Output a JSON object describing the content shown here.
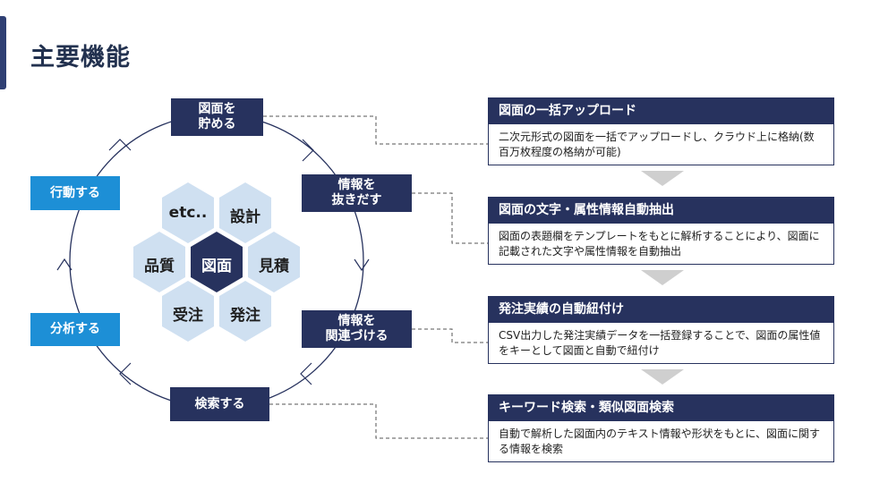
{
  "title": "主要機能",
  "cycle": {
    "store": "図面を\n貯める",
    "extract": "情報を\n抜きだす",
    "link": "情報を\n関連づける",
    "search": "検索する",
    "analyze": "分析する",
    "act": "行動する"
  },
  "hexes": {
    "center": "図面",
    "etc": "etc..",
    "design": "設計",
    "estimate": "見積",
    "order": "発注",
    "receive": "受注",
    "quality": "品質"
  },
  "features": [
    {
      "title": "図面の一括アップロード",
      "desc": "二次元形式の図面を一括でアップロードし、クラウド上に格納(数百万枚程度の格納が可能)"
    },
    {
      "title": "図面の文字・属性情報自動抽出",
      "desc": "図面の表題欄をテンプレートをもとに解析することにより、図面に記載された文字や属性情報を自動抽出"
    },
    {
      "title": "発注実績の自動紐付け",
      "desc": "CSV出力した発注実績データを一括登録することで、図面の属性値をキーとして図面と自動で紐付け"
    },
    {
      "title": "キーワード検索・類似図面検索",
      "desc": "自動で解析した図面内のテキスト情報や形状をもとに、図面に関する情報を検索"
    }
  ],
  "colors": {
    "navy": "#27325e",
    "blue": "#1d8fd6",
    "hex_light": "#cfe0f1",
    "arrow_gray": "#cfcfcf"
  }
}
